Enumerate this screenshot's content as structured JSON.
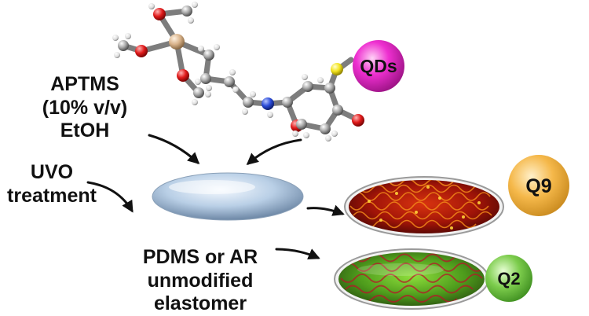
{
  "labels": {
    "aptms": [
      "APTMS",
      "(10% v/v)",
      "EtOH"
    ],
    "uvo": [
      "UVO",
      "treatment"
    ],
    "pdms": [
      "PDMS or AR",
      "unmodified",
      "elastomer"
    ]
  },
  "spheres": {
    "qds": {
      "text": "QDs",
      "color": "#ee2fd0"
    },
    "q9": {
      "text": "Q9",
      "color": "#f5b84a"
    },
    "q2": {
      "text": "Q2",
      "color": "#7ccc4c"
    }
  },
  "colors": {
    "substrate": "#b9cfe6",
    "film_red": "#b4160a",
    "film_green": "#6fbf2c",
    "carbon": "#9a9a9a",
    "oxygen": "#e01a1a",
    "nitrogen": "#2a4bd8",
    "sulfur": "#f2e21c",
    "silicon": "#d8b28a"
  }
}
